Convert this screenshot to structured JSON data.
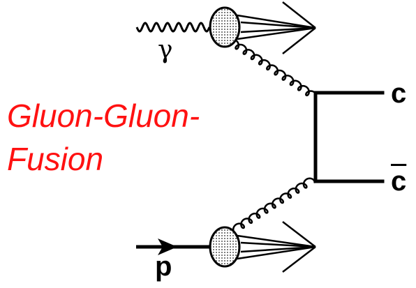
{
  "diagram": {
    "title_lines": [
      "Gluon-Gluon-",
      "Fusion"
    ],
    "particles": {
      "photon": "γ",
      "proton": "p",
      "charm": "c",
      "anticharm": "c"
    }
  },
  "colors": {
    "title": "#ff1111",
    "lines": "#000000",
    "blob_fill": "#bbbbbb"
  }
}
